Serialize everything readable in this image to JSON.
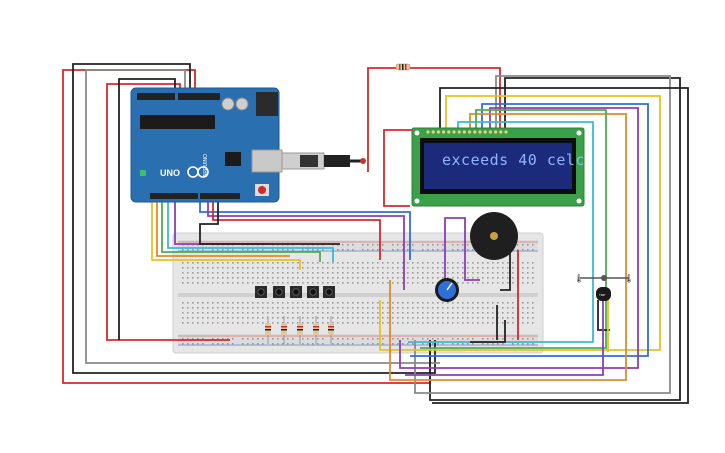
{
  "lcd": {
    "text": "exceeds 40 celc",
    "screen_color": "#1b2a7a",
    "board_color": "#3aa14a"
  },
  "arduino": {
    "model": "UNO",
    "brand": "ARDUINO",
    "board_color": "#2a6fb0"
  },
  "sensor": {
    "label": "TMP"
  },
  "colors": {
    "wire_red": "#d42a2a",
    "wire_black": "#222222",
    "wire_gray": "#8a8a8a",
    "wire_yellow": "#e7c21f",
    "wire_green": "#4caf50",
    "wire_blue": "#2e6fd8",
    "wire_purple": "#8b3fb5",
    "wire_cyan": "#39b9d6",
    "wire_orange": "#e08a2a",
    "wire_brown": "#8a5a3a",
    "breadboard": "#e6e6e6",
    "buzzer": "#1f1f1f"
  },
  "components": [
    "arduino-uno-board",
    "lcd-16x2-display",
    "breadboard",
    "pushbutton",
    "resistor",
    "potentiometer",
    "piezo-buzzer",
    "temperature-sensor",
    "usb-cable"
  ]
}
